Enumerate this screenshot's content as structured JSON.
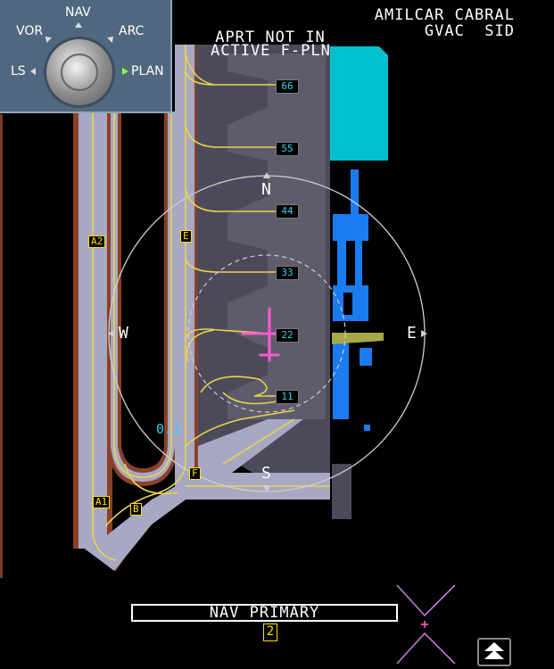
{
  "airport": {
    "name": "AMILCAR CABRAL",
    "code_proc": "GVAC  SID"
  },
  "message": {
    "line1": "APRT NOT IN",
    "line2": "ACTIVE F-PLN"
  },
  "mode_selector": {
    "options": [
      "LS",
      "VOR",
      "NAV",
      "ARC",
      "PLAN"
    ],
    "selected": "PLAN"
  },
  "compass": {
    "north": "N",
    "south": "S",
    "east": "E",
    "west": "W"
  },
  "range_label": "0.1",
  "taxiway_labels": [
    "A2",
    "E",
    "A1",
    "B",
    "F"
  ],
  "stand_labels": [
    "66",
    "55",
    "44",
    "33",
    "22",
    "11"
  ],
  "status": {
    "nav_primary": "NAV PRIMARY",
    "nav_index": "2"
  },
  "colors": {
    "taxiway_edge": "#8a4128",
    "taxiway_surface": "#a8a8c4",
    "apron": "#4c4a5a",
    "terminal_cyan": "#00c0d0",
    "building_blue": "#1a7cf0",
    "centerline": "#e8d44a",
    "aircraft": "#ff5ad2",
    "label_yellow": "#ffe000"
  }
}
